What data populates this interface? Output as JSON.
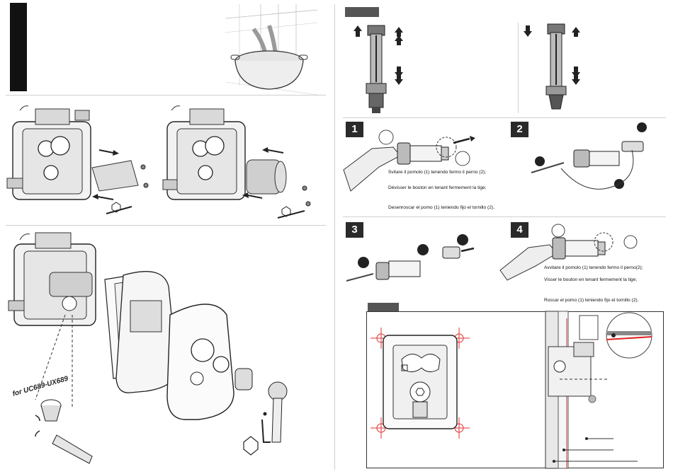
{
  "steps": {
    "one": "1",
    "two": "2",
    "three": "3",
    "four": "4"
  },
  "removal": {
    "it": "Svitare il pomolo (1) tenendo fermo il perno (2);",
    "fr": "Dévisser le bouton en tenant fermement la tige;",
    "es": "Desenroscar el pomo (1) teniendo fijo el tornillo (2)."
  },
  "install": {
    "it": "Avvitare il pomolo (1) tenendo fermo il perno(2);",
    "fr": "Visser le bouton en tenant fermement la tige;",
    "es": "Roscar el pomo (1) teniendo fijo el tornillo (2)."
  },
  "models_label": "for UC689-UX689"
}
